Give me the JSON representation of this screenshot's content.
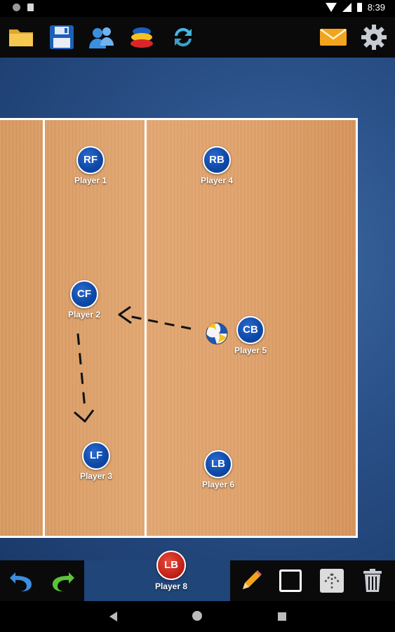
{
  "status_bar": {
    "time": "8:39"
  },
  "toolbar": {
    "icons": [
      "folder-icon",
      "save-icon",
      "team-icon",
      "formation-icon",
      "refresh-icon",
      "mail-icon",
      "gear-icon"
    ]
  },
  "court": {
    "players": [
      {
        "position": "RF",
        "name": "Player 1"
      },
      {
        "position": "RB",
        "name": "Player 4"
      },
      {
        "position": "CF",
        "name": "Player 2"
      },
      {
        "position": "CB",
        "name": "Player 5"
      },
      {
        "position": "LF",
        "name": "Player 3"
      },
      {
        "position": "LB",
        "name": "Player 6"
      }
    ],
    "ball_icon": "volleyball-icon"
  },
  "bottom_bar": {
    "bench_player": {
      "position": "LB",
      "name": "Player 8"
    },
    "icons": [
      "undo-icon",
      "redo-icon",
      "pencil-icon",
      "square-icon",
      "arrow-up-icon",
      "trash-icon"
    ]
  },
  "colors": {
    "player_chip": "#0f4aa8",
    "bench_chip": "#c4221a",
    "court": "#e0a36d",
    "background": "#2a5088"
  }
}
